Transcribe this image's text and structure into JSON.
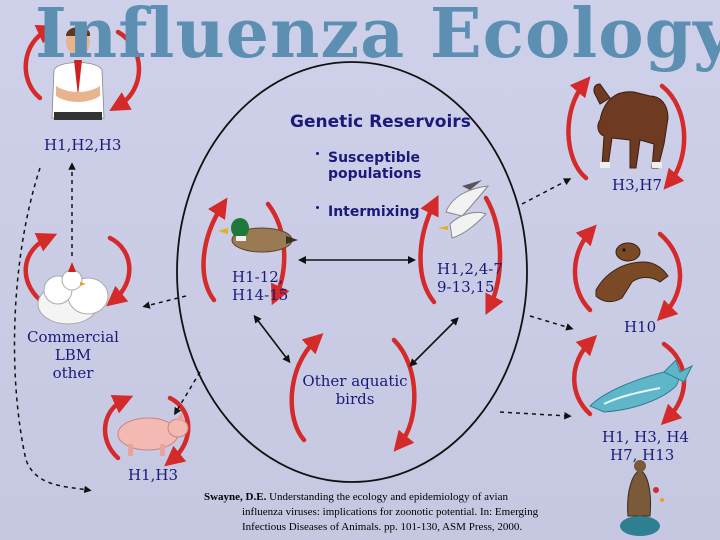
{
  "slide": {
    "title": "Influenza Ecology",
    "center": {
      "title": "Genetic Reservoirs",
      "items": [
        "Susceptible populations",
        "Intermixing"
      ]
    },
    "nodes": {
      "human": {
        "label": "H1,H2,H3",
        "icon": "businessman-icon"
      },
      "poultry": {
        "lines": [
          "Commercial",
          "LBM",
          "other"
        ],
        "icon": "chicken-icon"
      },
      "swine": {
        "label": "H1,H3",
        "icon": "pig-icon"
      },
      "duck": {
        "lines": [
          "H1-12,",
          "H14-15"
        ],
        "icon": "duck-icon"
      },
      "gull": {
        "lines": [
          "H1,2,4-7",
          "9-13,15"
        ],
        "icon": "seagull-icon"
      },
      "aquatic": {
        "lines": [
          "Other aquatic",
          "birds"
        ]
      },
      "horse": {
        "label": "H3,H7",
        "icon": "horse-icon"
      },
      "mink": {
        "label": "H10",
        "icon": "mink-icon"
      },
      "whale": {
        "lines": [
          "H1, H3, H4",
          "H7, H13"
        ],
        "icon": "whale-icon"
      },
      "seal": {
        "icon": "seal-icon"
      }
    },
    "citation": {
      "author": "Swayne, D.E.",
      "line1": "Understanding the ecology and epidemiology of avian",
      "line2": "influenza viruses: implications for zoonotic potential. In: Emerging",
      "line3": "Infectious Diseases of Animals. pp. 101-130, ASM Press, 2000."
    },
    "colors": {
      "title": "#5c8fb1",
      "text": "#1a1a7a",
      "arrow": "#d42a2a",
      "background": "#c9cbe4"
    }
  }
}
